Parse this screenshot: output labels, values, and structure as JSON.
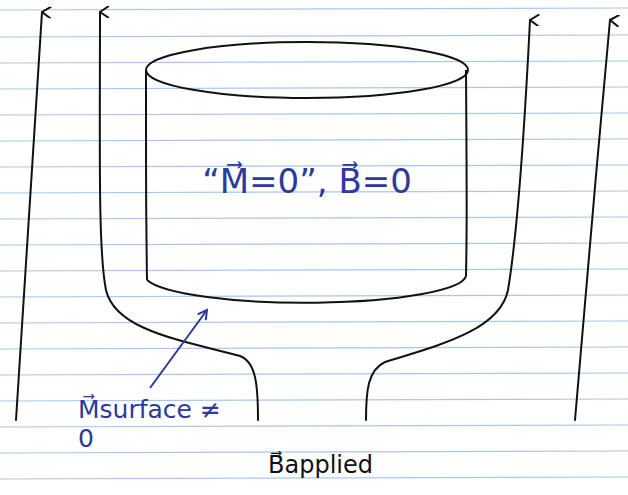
{
  "diagram": {
    "nodes": [
      {
        "text": [
          "“M⃗=0”, B⃗=0"
        ]
      }
    ],
    "labels": [
      "M⃗surface ≠ 0",
      "B⃗applied"
    ]
  }
}
